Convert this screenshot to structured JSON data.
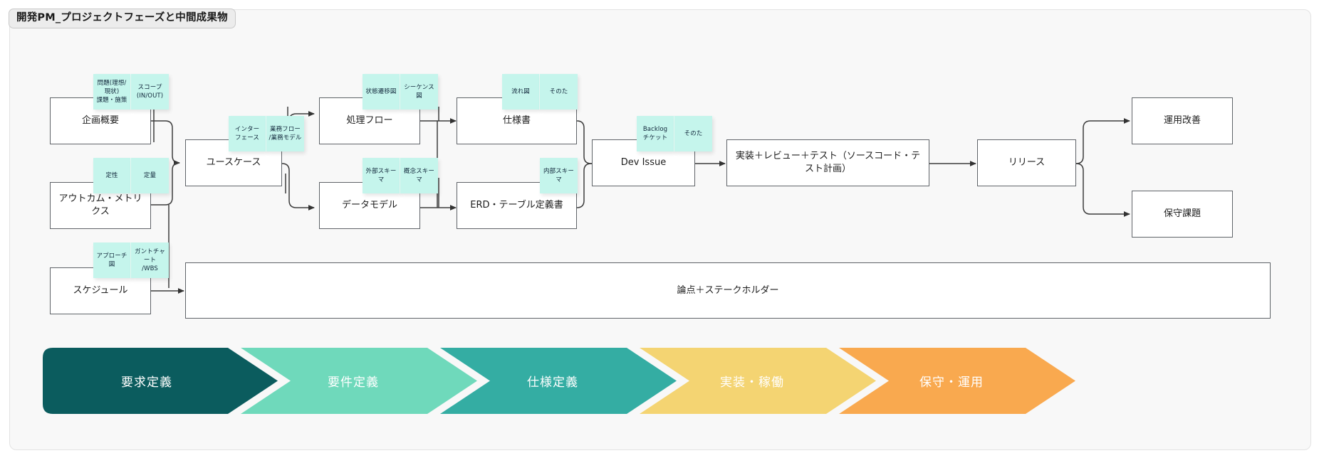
{
  "title": "開発PM_プロジェクトフェーズと中間成果物",
  "colors": {
    "canvas": "#f8f8f8",
    "node_border": "#5f6368",
    "node_fill": "#ffffff",
    "sticky_fill": "#c5f5ec",
    "phase_1": "#0b5c5e",
    "phase_2": "#6fd9bb",
    "phase_3": "#34ada3",
    "phase_4": "#f4d472",
    "phase_5": "#f9a94f"
  },
  "nodes": [
    {
      "id": "kikaku",
      "label": "企画概要"
    },
    {
      "id": "outcome",
      "label": "アウトカム・メトリクス"
    },
    {
      "id": "schedule",
      "label": "スケジュール"
    },
    {
      "id": "usecase",
      "label": "ユースケース"
    },
    {
      "id": "procflow",
      "label": "処理フロー"
    },
    {
      "id": "datamodel",
      "label": "データモデル"
    },
    {
      "id": "spec",
      "label": "仕様書"
    },
    {
      "id": "erd",
      "label": "ERD・テーブル定義書"
    },
    {
      "id": "devissue",
      "label": "Dev Issue"
    },
    {
      "id": "implement",
      "label": "実装＋レビュー＋テスト（ソースコード・テスト計画）"
    },
    {
      "id": "release",
      "label": "リリース"
    },
    {
      "id": "ops",
      "label": "運用改善"
    },
    {
      "id": "maint",
      "label": "保守課題"
    },
    {
      "id": "issues",
      "label": "論点＋ステークホルダー"
    }
  ],
  "stickies": [
    {
      "id": "n-problem",
      "label": "問題(理想/現状)\n課題・施策"
    },
    {
      "id": "n-scope",
      "label": "スコープ\n(IN/OUT)"
    },
    {
      "id": "n-qual",
      "label": "定性"
    },
    {
      "id": "n-quant",
      "label": "定量"
    },
    {
      "id": "n-approach",
      "label": "アプローチ図"
    },
    {
      "id": "n-gantt",
      "label": "ガントチャート\n/WBS"
    },
    {
      "id": "n-interface",
      "label": "インター\nフェース"
    },
    {
      "id": "n-bizflow",
      "label": "業務フロー\n/業務モデル"
    },
    {
      "id": "n-state",
      "label": "状態遷移図"
    },
    {
      "id": "n-sequence",
      "label": "シーケンス図"
    },
    {
      "id": "n-extschema",
      "label": "外部スキーマ"
    },
    {
      "id": "n-conschema",
      "label": "概念スキーマ"
    },
    {
      "id": "n-flowchart",
      "label": "流れ図"
    },
    {
      "id": "n-other1",
      "label": "そのた"
    },
    {
      "id": "n-intschema",
      "label": "内部スキーマ"
    },
    {
      "id": "n-backlog",
      "label": "Backlog\nチケット"
    },
    {
      "id": "n-other2",
      "label": "そのた"
    }
  ],
  "phases": [
    {
      "id": "p1",
      "label": "要求定義"
    },
    {
      "id": "p2",
      "label": "要件定義"
    },
    {
      "id": "p3",
      "label": "仕様定義"
    },
    {
      "id": "p4",
      "label": "実装・稼働"
    },
    {
      "id": "p5",
      "label": "保守・運用"
    }
  ]
}
